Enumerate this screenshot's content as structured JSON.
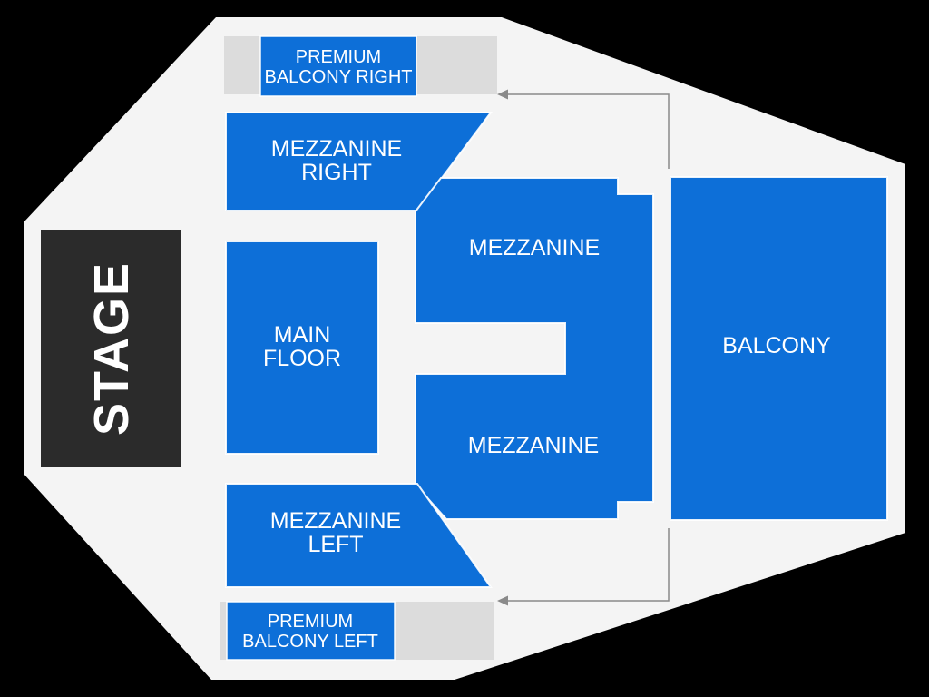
{
  "colors": {
    "background": "#000000",
    "venue_floor": "#f4f4f4",
    "premium_strip": "#dcdcdc",
    "section_blue": "#0d6fd8",
    "stage_fill": "#2b2b2b",
    "label_text": "#ffffff",
    "arrow": "#8a8a8a"
  },
  "stage": {
    "label": "STAGE"
  },
  "sections": {
    "premium_balcony_right": {
      "line1": "PREMIUM",
      "line2": "BALCONY RIGHT"
    },
    "mezzanine_right": {
      "line1": "MEZZANINE",
      "line2": "RIGHT"
    },
    "main_floor": {
      "line1": "MAIN",
      "line2": "FLOOR"
    },
    "mezzanine_upper": {
      "label": "MEZZANINE"
    },
    "mezzanine_lower": {
      "label": "MEZZANINE"
    },
    "balcony": {
      "label": "BALCONY"
    },
    "mezzanine_left": {
      "line1": "MEZZANINE",
      "line2": "LEFT"
    },
    "premium_balcony_left": {
      "line1": "PREMIUM",
      "line2": "BALCONY LEFT"
    }
  }
}
